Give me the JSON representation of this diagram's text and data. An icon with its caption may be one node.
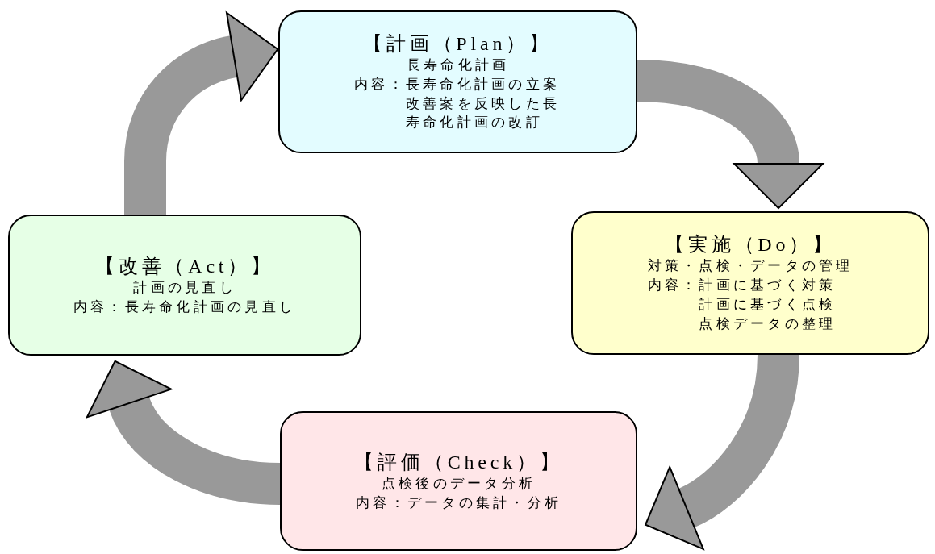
{
  "diagram": {
    "nodes": [
      {
        "text": [
          "【計画（Plan）】",
          "長寿命化計画",
          "内容：長寿命化計画の立案",
          "改善案を反映した長寿命化計画の改訂"
        ]
      },
      {
        "text": [
          "【実施（Do）】",
          "対策・点検・データの管理",
          "内容：計画に基づく対策",
          "計画に基づく点検",
          "点検データの整理"
        ]
      },
      {
        "text": [
          "【評価（Check）】",
          "点検後のデータ分析",
          "内容：データの集計・分析"
        ]
      },
      {
        "text": [
          "【改善（Act）】",
          "計画の見直し",
          "内容：長寿命化計画の見直し"
        ]
      }
    ],
    "edges": [
      {
        "from": 0,
        "to": 1,
        "arrow": "to"
      },
      {
        "from": 1,
        "to": 2,
        "arrow": "to"
      },
      {
        "from": 2,
        "to": 3,
        "arrow": "to"
      },
      {
        "from": 3,
        "to": 0,
        "arrow": "to"
      }
    ]
  }
}
